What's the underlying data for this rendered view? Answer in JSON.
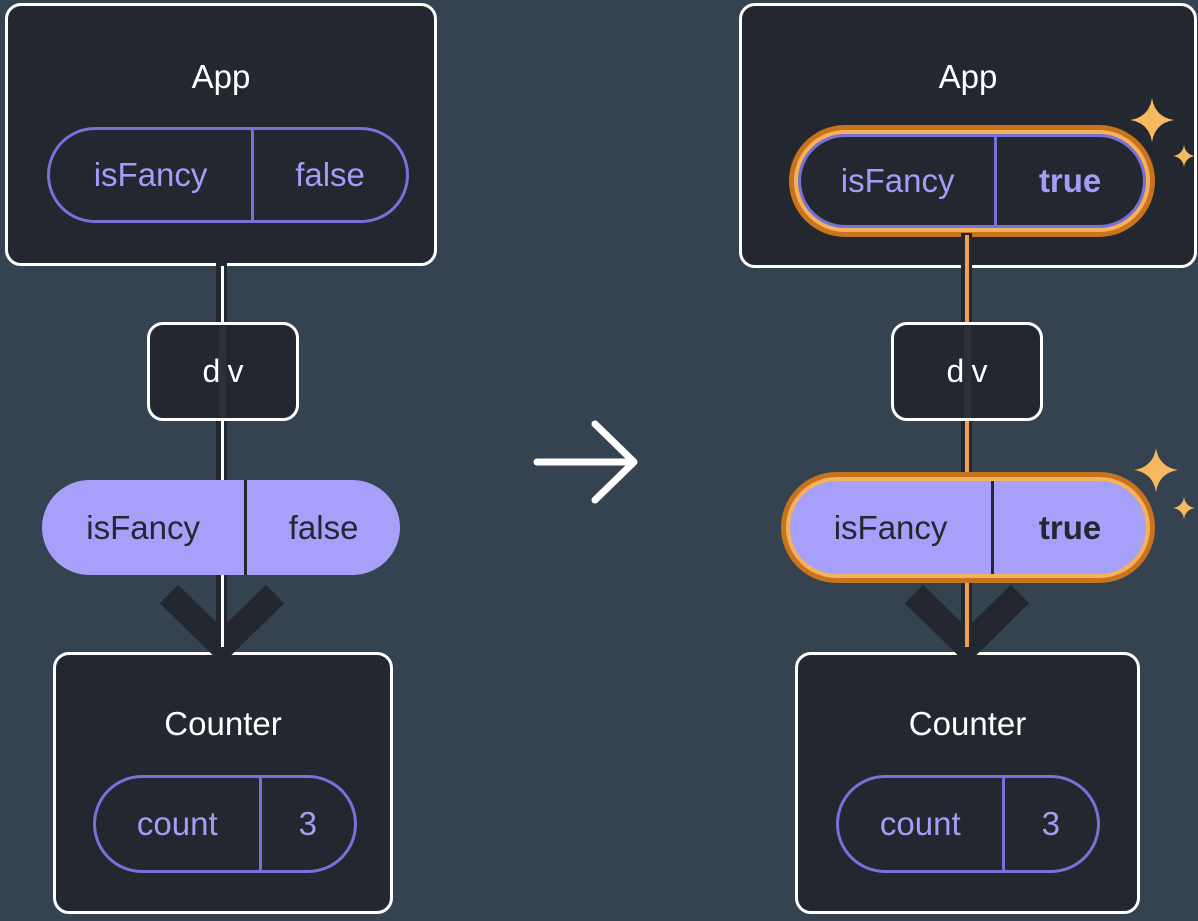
{
  "diagram": {
    "left": {
      "app": {
        "title": "App",
        "prop": {
          "name": "isFancy",
          "value": "false"
        }
      },
      "div": {
        "label": "div"
      },
      "passed_prop": {
        "name": "isFancy",
        "value": "false"
      },
      "counter": {
        "title": "Counter",
        "state": {
          "name": "count",
          "value": "3"
        }
      }
    },
    "right": {
      "app": {
        "title": "App",
        "prop": {
          "name": "isFancy",
          "value": "true"
        }
      },
      "div": {
        "label": "div"
      },
      "passed_prop": {
        "name": "isFancy",
        "value": "true"
      },
      "counter": {
        "title": "Counter",
        "state": {
          "name": "count",
          "value": "3"
        }
      }
    }
  },
  "icons": {
    "transition_arrow": "right-arrow",
    "arrowhead": "down-arrowhead",
    "sparkle": "four-point-star"
  },
  "colors": {
    "background": "#354350",
    "component_box": "#23272F",
    "box_border": "#FFFFFF",
    "purple_border": "#7672D9",
    "purple_text": "#A29DF6",
    "prop_pill_fill": "#A6A0FB",
    "highlight_inner": "#F6B15C",
    "highlight_outer": "#C9731D",
    "flow_core_left": "#FFFFFF",
    "flow_core_right": "#EFA053",
    "flow_dark": "#23272F",
    "sparkle": "#F6B95F"
  }
}
